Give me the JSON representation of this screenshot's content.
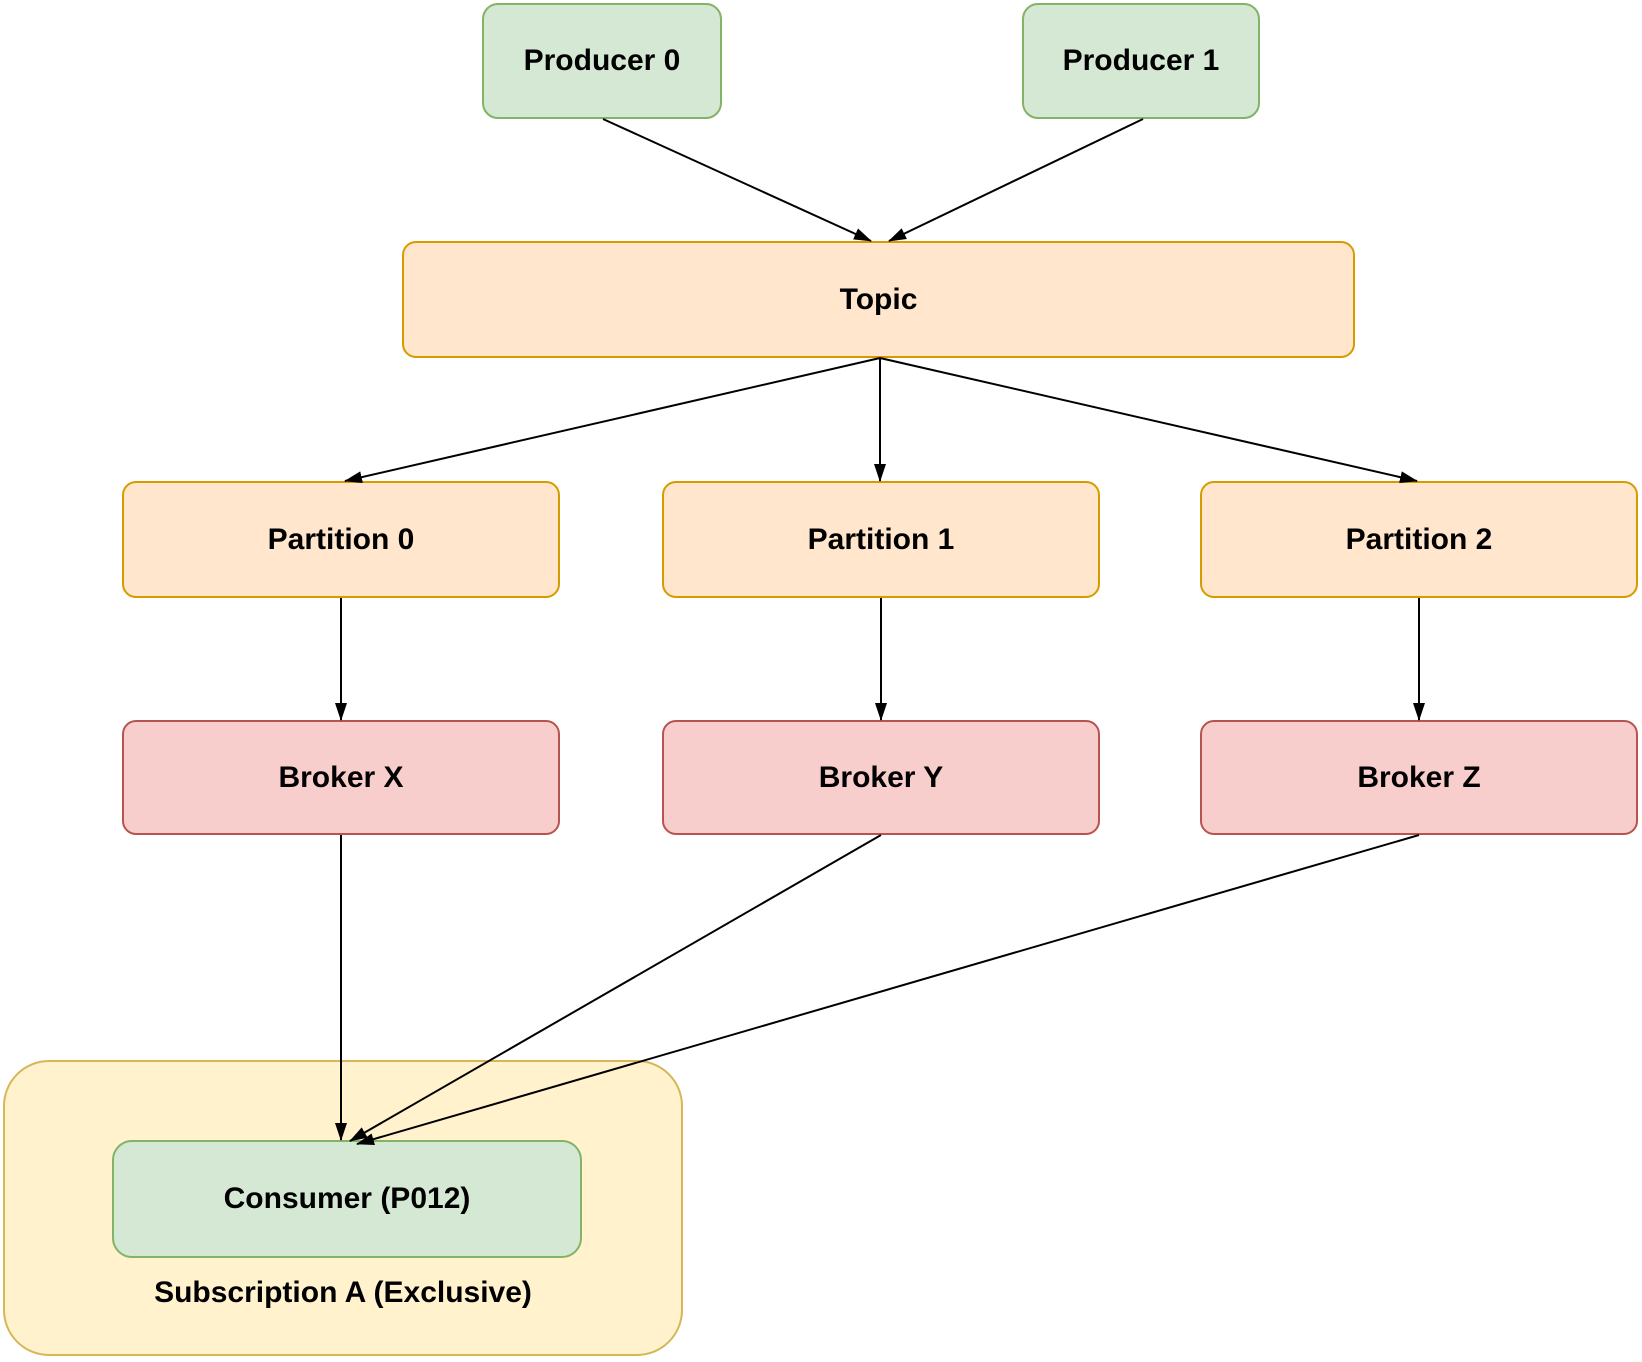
{
  "diagram": {
    "nodes": {
      "producers": [
        {
          "label": "Producer 0"
        },
        {
          "label": "Producer 1"
        }
      ],
      "topic": {
        "label": "Topic"
      },
      "partitions": [
        {
          "label": "Partition 0"
        },
        {
          "label": "Partition 1"
        },
        {
          "label": "Partition 2"
        }
      ],
      "brokers": [
        {
          "label": "Broker X"
        },
        {
          "label": "Broker Y"
        },
        {
          "label": "Broker Z"
        }
      ],
      "consumer": {
        "label": "Consumer (P012)"
      },
      "subscription": {
        "label": "Subscription A (Exclusive)"
      }
    },
    "edges": [
      {
        "from": "Producer 0",
        "to": "Topic"
      },
      {
        "from": "Producer 1",
        "to": "Topic"
      },
      {
        "from": "Topic",
        "to": "Partition 0"
      },
      {
        "from": "Topic",
        "to": "Partition 1"
      },
      {
        "from": "Topic",
        "to": "Partition 2"
      },
      {
        "from": "Partition 0",
        "to": "Broker X"
      },
      {
        "from": "Partition 1",
        "to": "Broker Y"
      },
      {
        "from": "Partition 2",
        "to": "Broker Z"
      },
      {
        "from": "Broker X",
        "to": "Consumer (P012)"
      },
      {
        "from": "Broker Y",
        "to": "Consumer (P012)"
      },
      {
        "from": "Broker Z",
        "to": "Consumer (P012)"
      }
    ],
    "colors": {
      "producer_fill": "#d5e8d4",
      "producer_border": "#82b366",
      "topic_partition_fill": "#ffe6cc",
      "topic_partition_border": "#d79b00",
      "broker_fill": "#f8cecc",
      "broker_border": "#b85450",
      "subscription_fill": "#fff2cc",
      "subscription_border": "#d6b656",
      "arrow": "#000000"
    }
  }
}
